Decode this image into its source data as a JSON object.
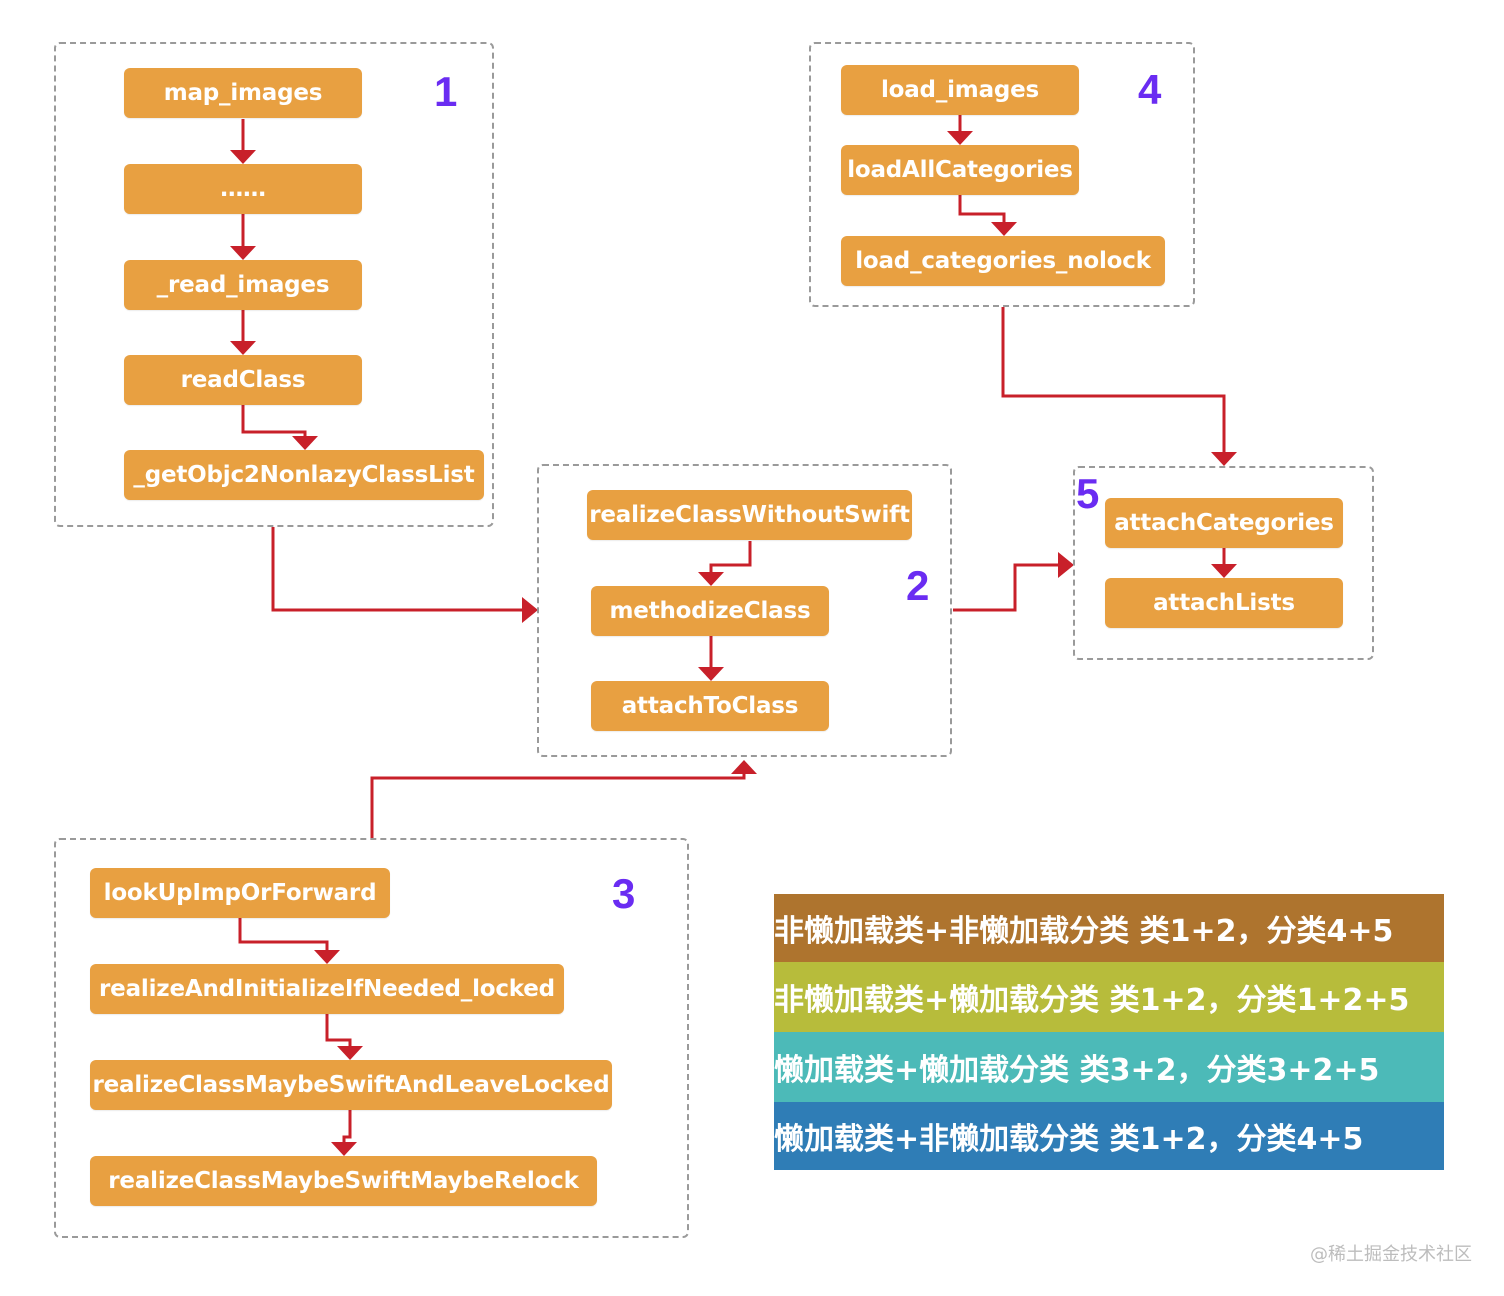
{
  "groups": {
    "g1": {
      "number": "1",
      "nodes": [
        "map_images",
        "……",
        "_read_images",
        "readClass",
        "_getObjc2NonlazyClassList"
      ]
    },
    "g2": {
      "number": "2",
      "nodes": [
        "realizeClassWithoutSwift",
        "methodizeClass",
        "attachToClass"
      ]
    },
    "g3": {
      "number": "3",
      "nodes": [
        "lookUpImpOrForward",
        "realizeAndInitializeIfNeeded_locked",
        "realizeClassMaybeSwiftAndLeaveLocked",
        "realizeClassMaybeSwiftMaybeRelock"
      ]
    },
    "g4": {
      "number": "4",
      "nodes": [
        "load_images",
        "loadAllCategories",
        "load_categories_nolock"
      ]
    },
    "g5": {
      "number": "5",
      "nodes": [
        "attachCategories",
        "attachLists"
      ]
    }
  },
  "legend": [
    {
      "text": "非懒加载类+非懒加载分类  类1+2，分类4+5",
      "color": "#ae742e"
    },
    {
      "text": "非懒加载类+懒加载分类  类1+2，分类1+2+5",
      "color": "#b7bc3b"
    },
    {
      "text": "懒加载类+懒加载分类  类3+2，分类3+2+5",
      "color": "#4cbab8"
    },
    {
      "text": "懒加载类+非懒加载分类  类1+2，分类4+5",
      "color": "#2f7db6"
    }
  ],
  "watermark": "@稀土掘金技术社区",
  "colors": {
    "node": "#e8a041",
    "arrow": "#c8202a",
    "number": "#6a2cf2"
  }
}
